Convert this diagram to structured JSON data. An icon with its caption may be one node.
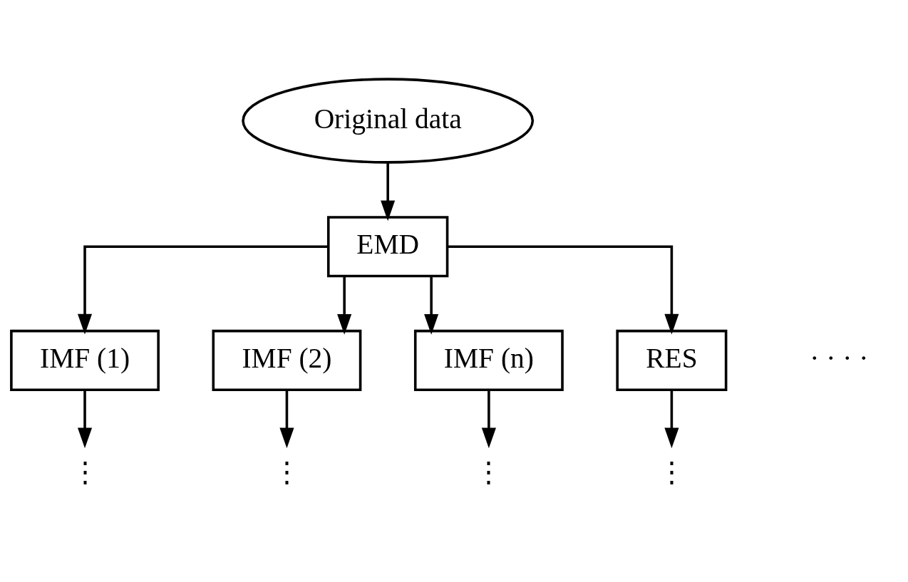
{
  "diagram": {
    "nodes": [
      {
        "text": [
          "Original data"
        ]
      },
      {
        "text": [
          "EMD"
        ]
      },
      {
        "text": [
          "IMF (1)"
        ]
      },
      {
        "text": [
          "IMF (2)"
        ]
      },
      {
        "text": [
          "IMF (n)"
        ]
      },
      {
        "text": [
          "RES"
        ]
      },
      {
        "text": [
          "⋮"
        ]
      },
      {
        "text": [
          "⋮"
        ]
      },
      {
        "text": [
          "⋮"
        ]
      },
      {
        "text": [
          "⋮"
        ]
      }
    ],
    "edges": [
      {
        "from": 0,
        "to": 1,
        "arrow": "to"
      },
      {
        "from": 1,
        "to": 2,
        "arrow": "to"
      },
      {
        "from": 1,
        "to": 3,
        "arrow": "to"
      },
      {
        "from": 1,
        "to": 4,
        "arrow": "to"
      },
      {
        "from": 1,
        "to": 5,
        "arrow": "to"
      },
      {
        "from": 2,
        "to": 6,
        "arrow": "to"
      },
      {
        "from": 3,
        "to": 7,
        "arrow": "to"
      },
      {
        "from": 4,
        "to": 8,
        "arrow": "to"
      },
      {
        "from": 5,
        "to": 9,
        "arrow": "to"
      }
    ],
    "labels": [
      "· · · ·"
    ]
  }
}
